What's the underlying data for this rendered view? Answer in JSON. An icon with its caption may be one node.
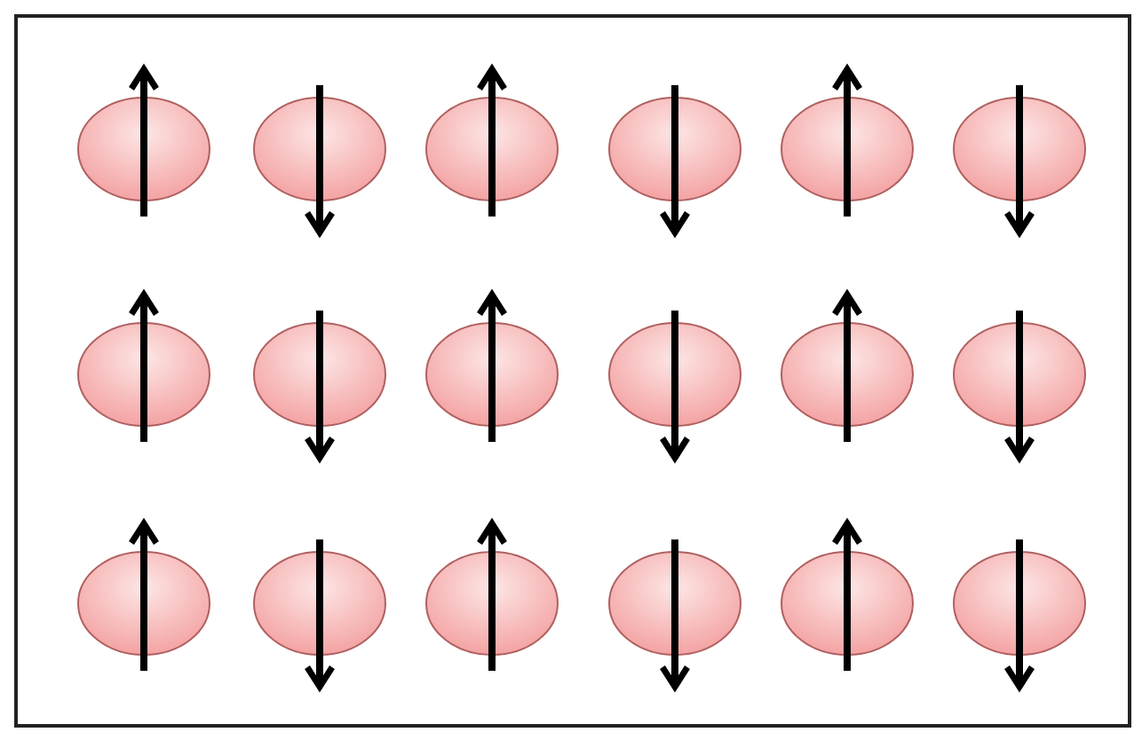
{
  "diagram": {
    "nodes": [
      {
        "text": [],
        "shape": "circle"
      },
      {
        "text": [],
        "shape": "circle"
      },
      {
        "text": [],
        "shape": "circle"
      },
      {
        "text": [],
        "shape": "circle"
      },
      {
        "text": [],
        "shape": "circle"
      },
      {
        "text": [],
        "shape": "circle"
      },
      {
        "text": [],
        "shape": "circle"
      },
      {
        "text": [],
        "shape": "circle"
      },
      {
        "text": [],
        "shape": "circle"
      },
      {
        "text": [],
        "shape": "circle"
      },
      {
        "text": [],
        "shape": "circle"
      },
      {
        "text": [],
        "shape": "circle"
      },
      {
        "text": [],
        "shape": "circle"
      },
      {
        "text": [],
        "shape": "circle"
      },
      {
        "text": [],
        "shape": "circle"
      },
      {
        "text": [],
        "shape": "circle"
      },
      {
        "text": [],
        "shape": "circle"
      },
      {
        "text": [],
        "shape": "circle"
      }
    ]
  }
}
